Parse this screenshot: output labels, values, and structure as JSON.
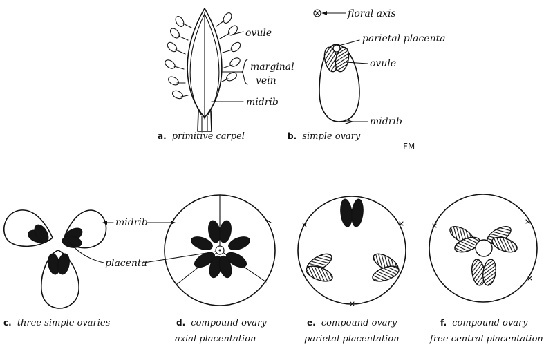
{
  "labels": {
    "floral_axis": "floral axis",
    "parietal_placenta": "parietal placenta",
    "ovule_a": "ovule",
    "ovule_b": "ovule",
    "marginal": "marginal",
    "vein": "vein",
    "midrib_a": "midrib",
    "midrib_b": "midrib",
    "midrib_c": "midrib",
    "placenta": "placenta",
    "signature": "FM"
  },
  "captions": {
    "a": {
      "letter": "a.",
      "text": "primitive carpel"
    },
    "b": {
      "letter": "b.",
      "text": "simple ovary"
    },
    "c": {
      "letter": "c.",
      "text": "three simple ovaries"
    },
    "d": {
      "letter": "d.",
      "line1": "compound ovary",
      "line2": "axial placentation"
    },
    "e": {
      "letter": "e.",
      "line1": "compound ovary",
      "line2": "parietal placentation"
    },
    "f": {
      "letter": "f.",
      "line1": "compound ovary",
      "line2": "free-central placentation"
    }
  }
}
